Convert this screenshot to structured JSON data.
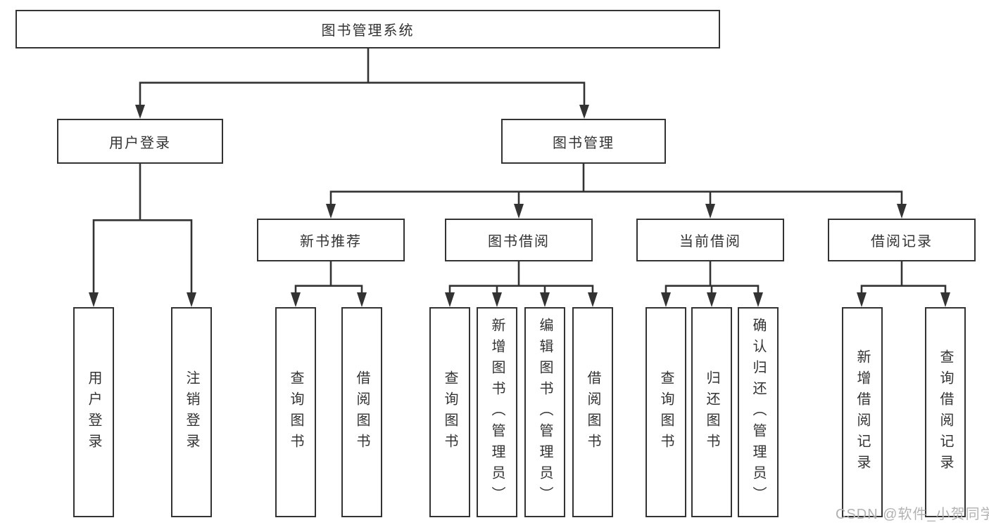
{
  "colors": {
    "line": "#333333",
    "box_border": "#333333",
    "text": "#333333",
    "watermark": "#b2b2b2",
    "background": "#ffffff"
  },
  "watermark": {
    "text": "CSDN @软件_小贺同学"
  },
  "tree": {
    "root": {
      "label": "图书管理系统"
    },
    "level2": [
      {
        "label": "用户登录"
      },
      {
        "label": "图书管理"
      }
    ],
    "login_children": [
      {
        "label": "用户登录"
      },
      {
        "label": "注销登录"
      }
    ],
    "level3": [
      {
        "label": "新书推荐"
      },
      {
        "label": "图书借阅"
      },
      {
        "label": "当前借阅"
      },
      {
        "label": "借阅记录"
      }
    ],
    "recommend_children": [
      {
        "label": "查询图书"
      },
      {
        "label": "借阅图书"
      }
    ],
    "borrow_children": [
      {
        "label": "查询图书"
      },
      {
        "label": "新增图书（管理员）"
      },
      {
        "label": "编辑图书（管理员）"
      },
      {
        "label": "借阅图书"
      }
    ],
    "current_children": [
      {
        "label": "查询图书"
      },
      {
        "label": "归还图书"
      },
      {
        "label": "确认归还（管理员）"
      }
    ],
    "record_children": [
      {
        "label": "新增借阅记录"
      },
      {
        "label": "查询借阅记录"
      }
    ]
  }
}
